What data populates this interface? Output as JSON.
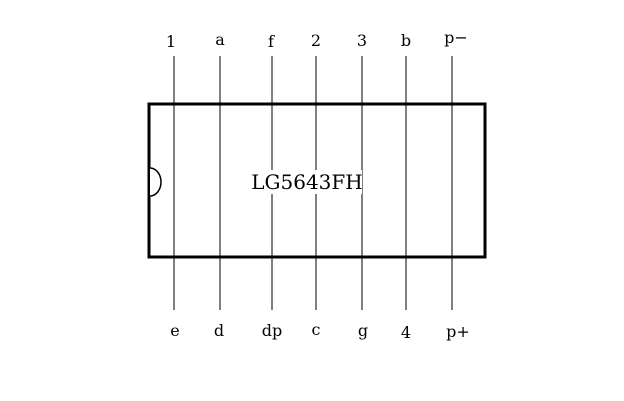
{
  "diagram": {
    "chip_label": "LG5643FH",
    "top_pins": [
      "1",
      "a",
      "f",
      "2",
      "3",
      "b",
      "p−"
    ],
    "bottom_pins": [
      "e",
      "d",
      "dp",
      "c",
      "g",
      "4",
      "p+"
    ]
  }
}
